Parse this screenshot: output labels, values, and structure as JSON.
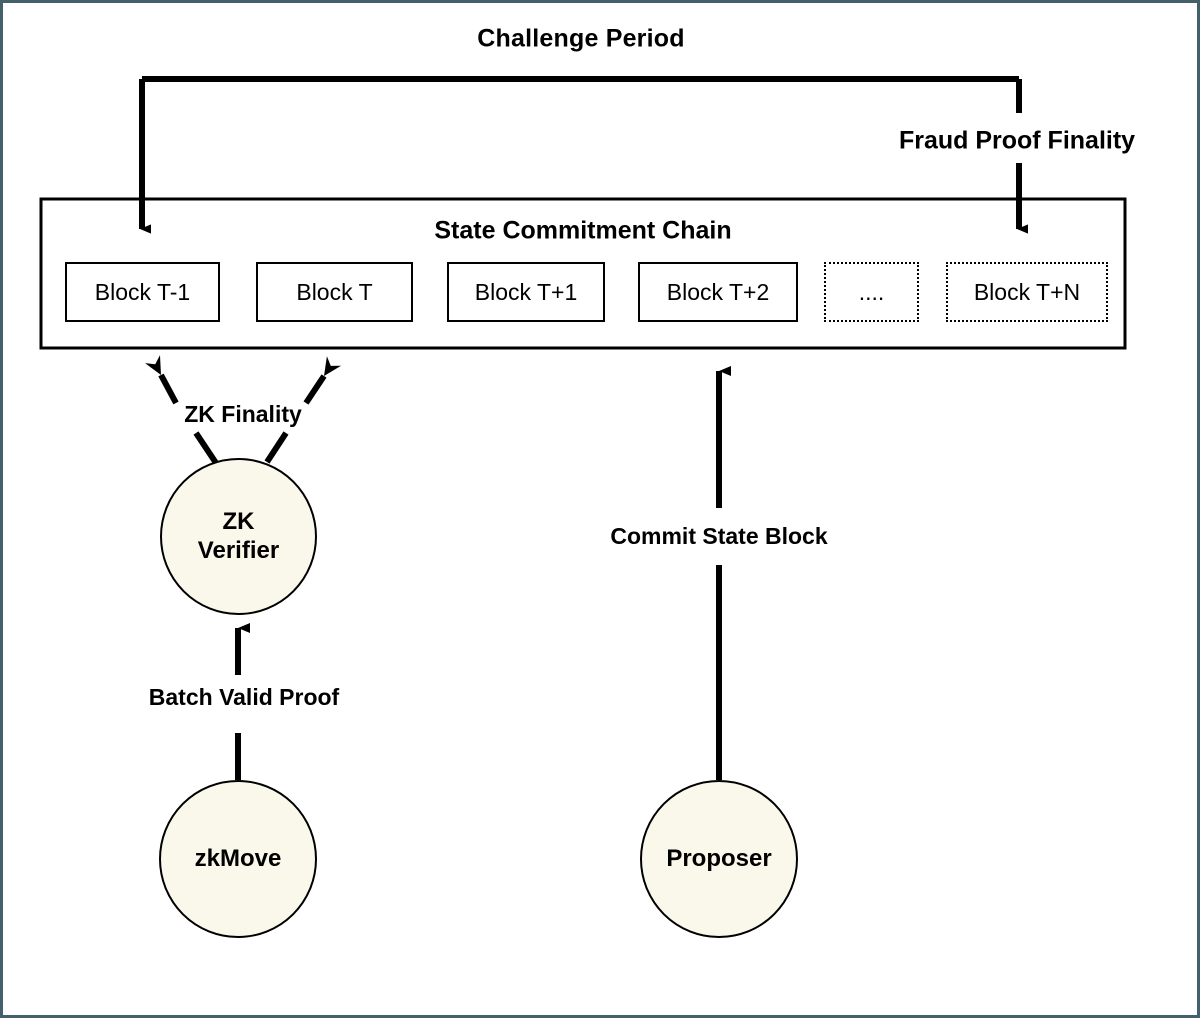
{
  "diagram": {
    "title": "Challenge Period",
    "colors": {
      "page_border": "#44606b",
      "node_fill": "#faf8ea",
      "stroke": "#000000",
      "background": "#ffffff"
    },
    "chain": {
      "title": "State Commitment Chain",
      "blocks": [
        {
          "label": "Block T-1",
          "style": "solid"
        },
        {
          "label": "Block T",
          "style": "solid"
        },
        {
          "label": "Block T+1",
          "style": "solid"
        },
        {
          "label": "Block T+2",
          "style": "solid"
        },
        {
          "label": "....",
          "style": "dotted"
        },
        {
          "label": "Block T+N",
          "style": "dotted"
        }
      ]
    },
    "nodes": [
      {
        "id": "zk-verifier",
        "label": "ZK\nVerifier",
        "line1": "ZK",
        "line2": "Verifier",
        "shape": "circle"
      },
      {
        "id": "zkmove",
        "label": "zkMove",
        "shape": "circle"
      },
      {
        "id": "proposer",
        "label": "Proposer",
        "shape": "circle"
      }
    ],
    "edge_labels": {
      "fraud_proof_finality": "Fraud Proof Finality",
      "zk_finality": "ZK Finality",
      "batch_valid_proof": "Batch Valid Proof",
      "commit_state_block": "Commit State Block"
    }
  }
}
